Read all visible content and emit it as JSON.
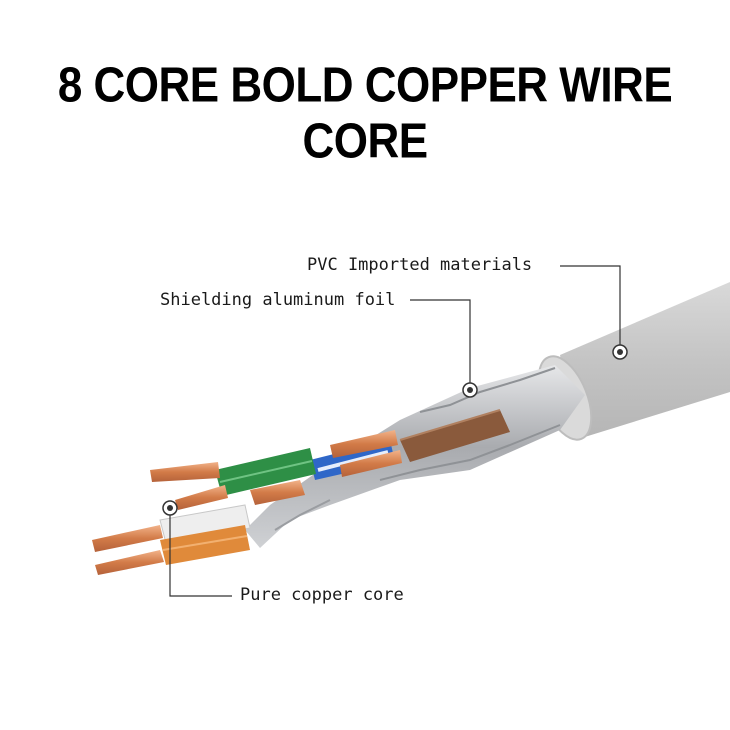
{
  "title": "8 CORE BOLD COPPER WIRE CORE",
  "callouts": {
    "pvc": "PVC Imported materials",
    "foil": "Shielding aluminum foil",
    "copper": "Pure copper core"
  },
  "colors": {
    "jacket": "#c9c9c9",
    "foil": "#b9bbbf",
    "copper": "#d8895a",
    "green": "#2e8f46",
    "orange": "#e08a3a",
    "blue": "#2f67c8",
    "brown": "#8a5a3c"
  }
}
